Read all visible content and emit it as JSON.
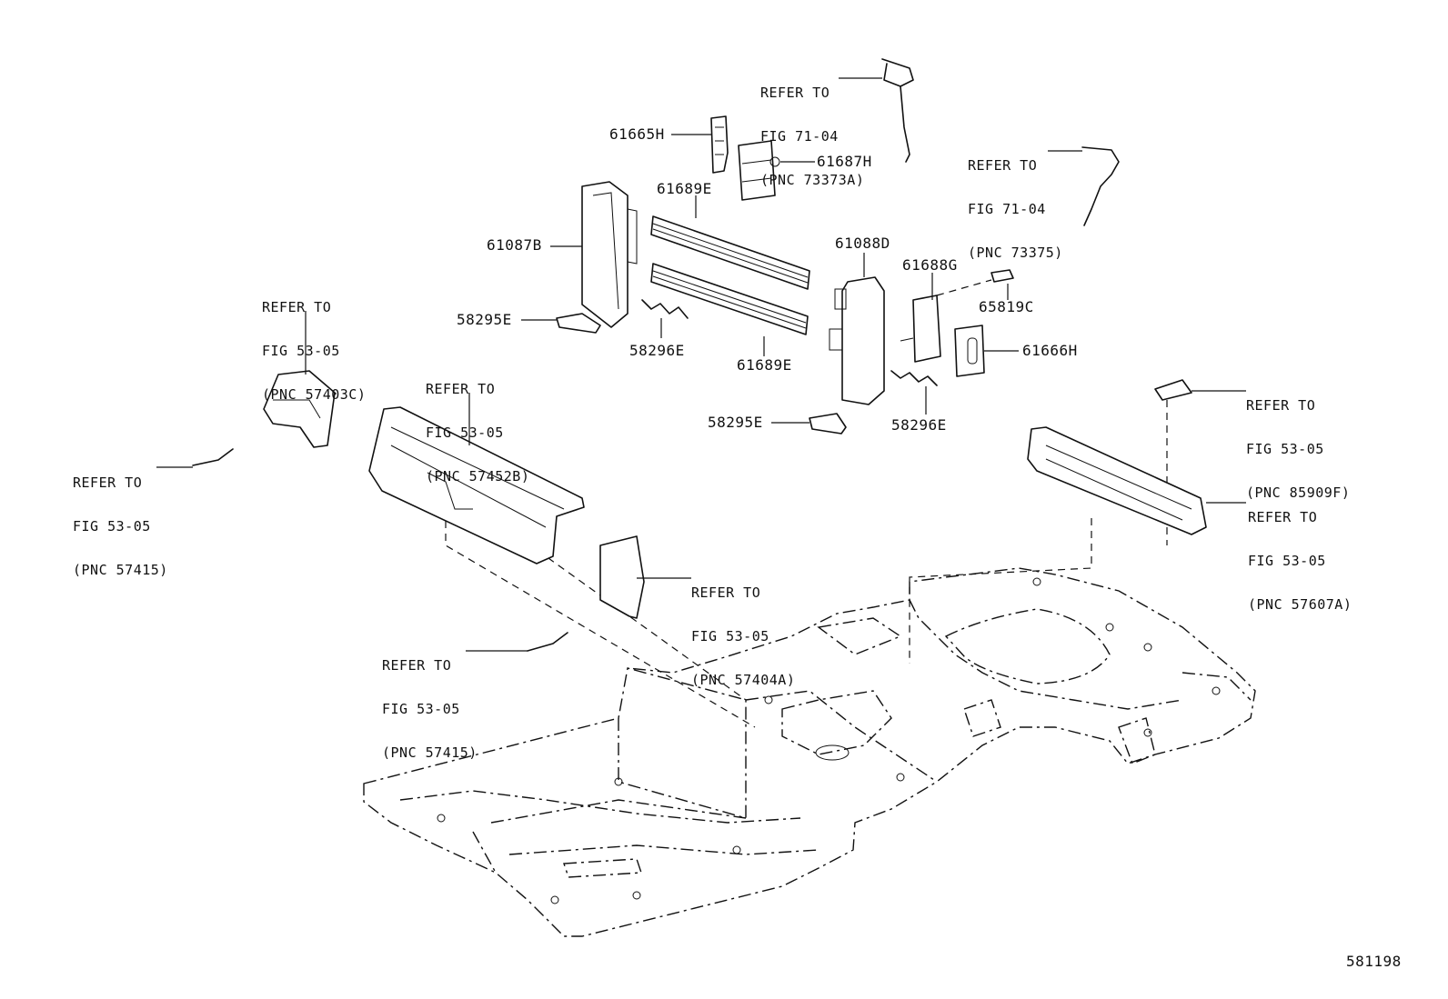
{
  "diagram_id": "581198",
  "part_numbers": {
    "p61665H": "61665H",
    "p61687H": "61687H",
    "p61689E_top": "61689E",
    "p61087B": "61087B",
    "p61088D": "61088D",
    "p61688G": "61688G",
    "p65819C": "65819C",
    "p58295E_left": "58295E",
    "p58296E_left": "58296E",
    "p61689E_bottom": "61689E",
    "p61666H": "61666H",
    "p58295E_right": "58295E",
    "p58296E_right": "58296E"
  },
  "references": {
    "ref_73373A": {
      "line1": "REFER TO",
      "line2": "FIG 71-04",
      "line3": "(PNC 73373A)"
    },
    "ref_73375": {
      "line1": "REFER TO",
      "line2": "FIG 71-04",
      "line3": "(PNC 73375)"
    },
    "ref_57403C": {
      "line1": "REFER TO",
      "line2": "FIG 53-05",
      "line3": "(PNC 57403C)"
    },
    "ref_57452B": {
      "line1": "REFER TO",
      "line2": "FIG 53-05",
      "line3": "(PNC 57452B)"
    },
    "ref_57415_left": {
      "line1": "REFER TO",
      "line2": "FIG 53-05",
      "line3": "(PNC 57415)"
    },
    "ref_85909F": {
      "line1": "REFER TO",
      "line2": "FIG 53-05",
      "line3": "(PNC 85909F)"
    },
    "ref_57607A": {
      "line1": "REFER TO",
      "line2": "FIG 53-05",
      "line3": "(PNC 57607A)"
    },
    "ref_57404A": {
      "line1": "REFER TO",
      "line2": "FIG 53-05",
      "line3": "(PNC 57404A)"
    },
    "ref_57415_bottom": {
      "line1": "REFER TO",
      "line2": "FIG 53-05",
      "line3": "(PNC 57415)"
    }
  }
}
